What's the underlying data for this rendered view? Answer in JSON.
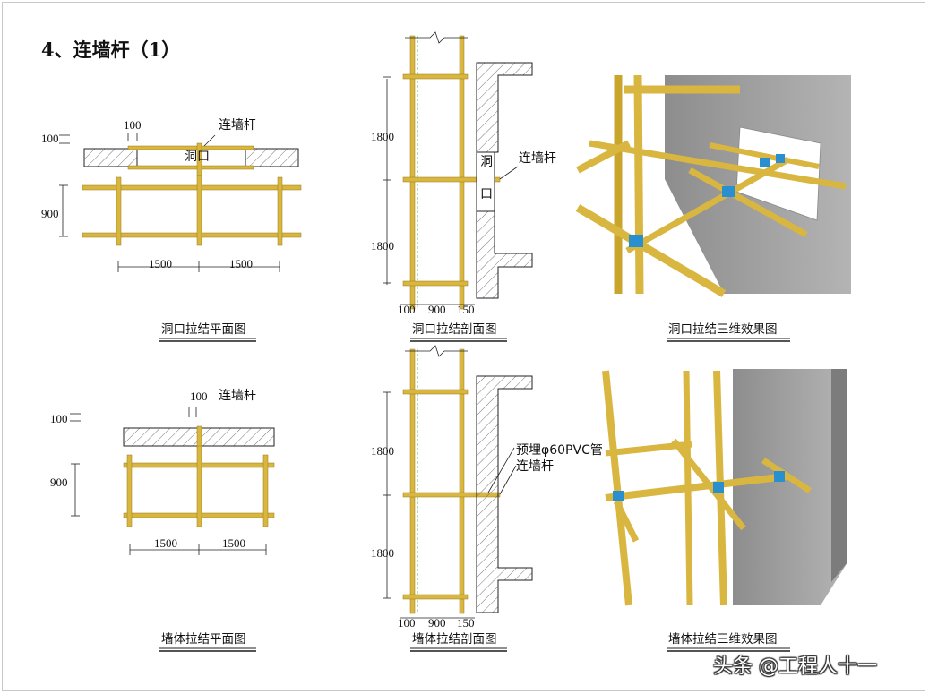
{
  "title": "4、连墙杆（1）",
  "colors": {
    "pipe": "#d8b640",
    "pipe_dark": "#b08c1e",
    "coupler": "#2a8fcf",
    "wall": "#a9a9a9"
  },
  "plan_opening": {
    "label_tie": "连墙杆",
    "label_opening": "洞口",
    "dim_100_top": "100",
    "dim_100_left": "100",
    "dim_900": "900",
    "dim_1500_a": "1500",
    "dim_1500_b": "1500",
    "caption": "洞口拉结平面图"
  },
  "section_opening": {
    "dim_1800_a": "1800",
    "dim_1800_b": "1800",
    "opening_char1": "洞",
    "opening_char2": "口",
    "label_tie": "连墙杆",
    "dim_100": "100",
    "dim_900": "900",
    "dim_150": "150",
    "caption": "洞口拉结剖面图"
  },
  "view3d_opening": {
    "caption": "洞口拉结三维效果图"
  },
  "plan_wall": {
    "label_tie": "连墙杆",
    "dim_100_top": "100",
    "dim_100_left": "100",
    "dim_900": "900",
    "dim_1500_a": "1500",
    "dim_1500_b": "1500",
    "caption": "墙体拉结平面图"
  },
  "section_wall": {
    "dim_1800_a": "1800",
    "dim_1800_b": "1800",
    "label_pvc": "预埋φ60PVC管",
    "label_tie": "连墙杆",
    "dim_100": "100",
    "dim_900": "900",
    "dim_150": "150",
    "caption": "墙体拉结剖面图"
  },
  "view3d_wall": {
    "caption": "墙体拉结三维效果图"
  },
  "watermark": "头条 @工程人十一"
}
